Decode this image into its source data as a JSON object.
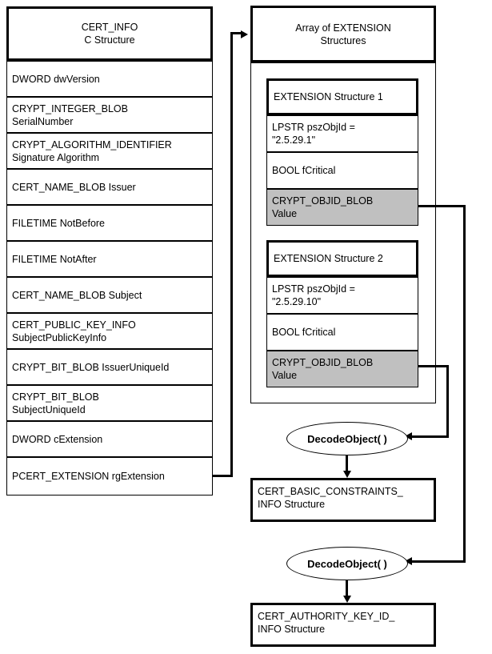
{
  "diagram": {
    "title": "CERT_INFO structure and EXTENSION decoding diagram",
    "colors": {
      "line": "#000000",
      "shaded_field": "#c0c0c0",
      "background": "#ffffff"
    }
  },
  "cert_info": {
    "header_line1": "CERT_INFO",
    "header_line2": "C Structure",
    "fields": [
      {
        "line1": "DWORD dwVersion",
        "line2": ""
      },
      {
        "line1": "CRYPT_INTEGER_BLOB",
        "line2": "SerialNumber"
      },
      {
        "line1": "CRYPT_ALGORITHM_IDENTIFIER",
        "line2": "Signature Algorithm"
      },
      {
        "line1": "CERT_NAME_BLOB Issuer",
        "line2": ""
      },
      {
        "line1": "FILETIME NotBefore",
        "line2": ""
      },
      {
        "line1": "FILETIME NotAfter",
        "line2": ""
      },
      {
        "line1": "CERT_NAME_BLOB Subject",
        "line2": ""
      },
      {
        "line1": "CERT_PUBLIC_KEY_INFO",
        "line2": "SubjectPublicKeyInfo"
      },
      {
        "line1": "CRYPT_BIT_BLOB IssuerUniqueId",
        "line2": ""
      },
      {
        "line1": "CRYPT_BIT_BLOB",
        "line2": "SubjectUniqueId"
      },
      {
        "line1": "DWORD cExtension",
        "line2": ""
      },
      {
        "line1": "PCERT_EXTENSION rgExtension",
        "line2": ""
      }
    ]
  },
  "extension_array": {
    "header_line1": "Array of EXTENSION",
    "header_line2": "Structures",
    "structures": [
      {
        "header": "EXTENSION Structure 1",
        "fields": [
          {
            "line1": "LPSTR  pszObjId =",
            "line2": "\"2.5.29.1\"",
            "shaded": false
          },
          {
            "line1": "BOOL  fCritical",
            "line2": "",
            "shaded": false
          },
          {
            "line1": "CRYPT_OBJID_BLOB",
            "line2": "Value",
            "shaded": true
          }
        ]
      },
      {
        "header": "EXTENSION Structure 2",
        "fields": [
          {
            "line1": "LPSTR  pszObjId =",
            "line2": "\"2.5.29.10\"",
            "shaded": false
          },
          {
            "line1": "BOOL  fCritical",
            "line2": "",
            "shaded": false
          },
          {
            "line1": "CRYPT_OBJID_BLOB",
            "line2": "Value",
            "shaded": true
          }
        ]
      }
    ]
  },
  "decode_nodes": [
    {
      "label": "DecodeObject( )"
    },
    {
      "label": "DecodeObject( )"
    }
  ],
  "result_structures": [
    {
      "line1": "CERT_BASIC_CONSTRAINTS_",
      "line2": "INFO Structure"
    },
    {
      "line1": "CERT_AUTHORITY_KEY_ID_",
      "line2": "INFO Structure"
    }
  ]
}
